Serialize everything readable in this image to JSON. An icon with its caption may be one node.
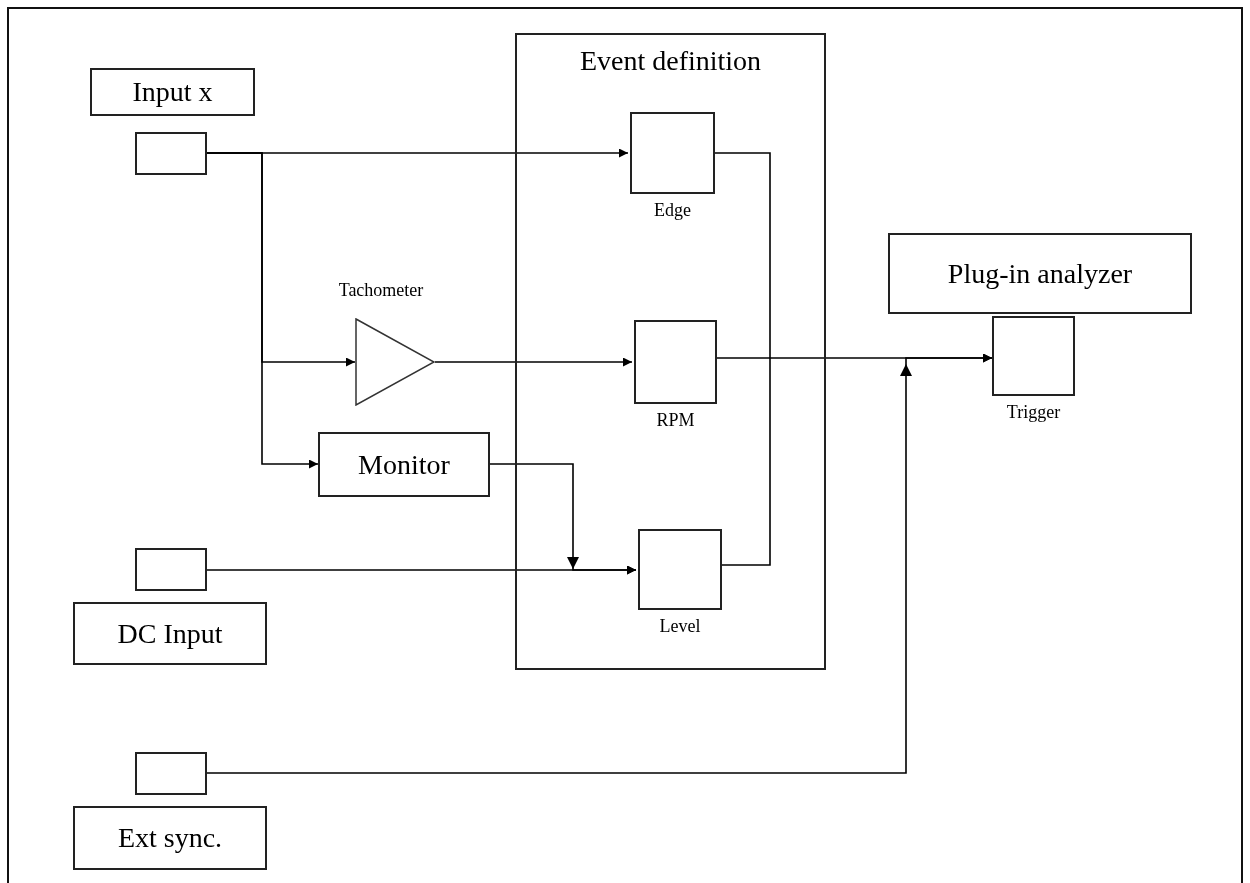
{
  "diagram": {
    "nodes": [
      {
        "text": [
          "Input x"
        ]
      },
      {
        "text": [],
        "shape": "box"
      },
      {
        "text": [
          "Tachometer"
        ]
      },
      {
        "text": [
          "Monitor"
        ]
      },
      {
        "text": [],
        "shape": "box"
      },
      {
        "text": [
          "DC Input"
        ]
      },
      {
        "text": [],
        "shape": "box"
      },
      {
        "text": [
          "Ext sync."
        ]
      },
      {
        "text": [
          "Event definition"
        ]
      },
      {
        "text": [
          "Edge"
        ],
        "in": 8
      },
      {
        "text": [
          "RPM"
        ],
        "in": 8
      },
      {
        "text": [
          "Level"
        ],
        "in": 8
      },
      {
        "text": [
          "Plug-in analyzer"
        ]
      },
      {
        "text": [
          "Trigger"
        ]
      }
    ],
    "edges": [
      {
        "from": 1,
        "to": 9,
        "arrow": "to"
      },
      {
        "from": 1,
        "to": 2,
        "arrow": "to"
      },
      {
        "from": 1,
        "to": 3,
        "arrow": "to"
      },
      {
        "from": 2,
        "to": 10,
        "arrow": "to"
      },
      {
        "from": 3,
        "to": 11,
        "arrow": "to"
      },
      {
        "from": 4,
        "to": 11,
        "arrow": "to"
      },
      {
        "from": 10,
        "to": 13,
        "arrow": "to"
      },
      {
        "from": 9,
        "to": 11,
        "arrow": "none"
      },
      {
        "from": 6,
        "to": 13,
        "arrow": "to"
      }
    ]
  }
}
